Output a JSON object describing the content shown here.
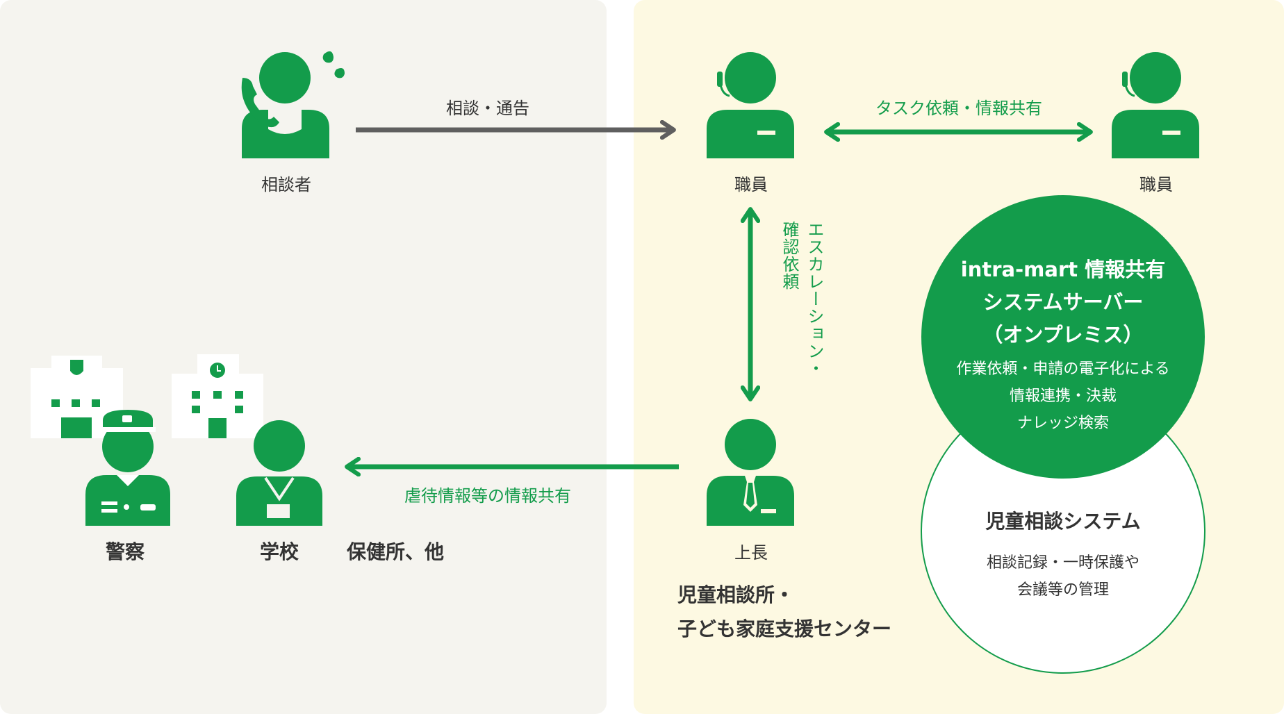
{
  "colors": {
    "green": "#139c4b",
    "gray_arrow": "#5f5f5f",
    "left_panel": "#f5f4ef",
    "right_panel": "#fdf9e2",
    "text": "#333333"
  },
  "nodes": {
    "consultant": "相談者",
    "staff_1": "職員",
    "staff_2": "職員",
    "supervisor": "上長",
    "police": "警察",
    "school": "学校",
    "others": "保健所、他"
  },
  "edges": {
    "consultation": "相談・通告",
    "task_sharing": "タスク依頼・情報共有",
    "escalation_line1": "エスカレーション・",
    "escalation_line2": "確認依頼",
    "abuse_info_sharing": "虐待情報等の情報共有"
  },
  "organization": {
    "line1": "児童相談所・",
    "line2": "子ども家庭支援センター"
  },
  "intramart_circle": {
    "title_line1": "intra-mart 情報共有",
    "title_line2": "システムサーバー",
    "title_line3": "（オンプレミス）",
    "desc_line1": "作業依頼・申請の電子化による",
    "desc_line2": "情報連携・決裁",
    "desc_line3": "ナレッジ検索"
  },
  "child_system_circle": {
    "title": "児童相談システム",
    "desc_line1": "相談記録・一時保護や",
    "desc_line2": "会議等の管理"
  },
  "icons": [
    "caller-person-icon",
    "operator-headset-icon",
    "operator-headset-icon",
    "supervisor-tie-icon",
    "police-station-icon",
    "police-officer-icon",
    "school-building-icon",
    "teacher-badge-icon"
  ]
}
